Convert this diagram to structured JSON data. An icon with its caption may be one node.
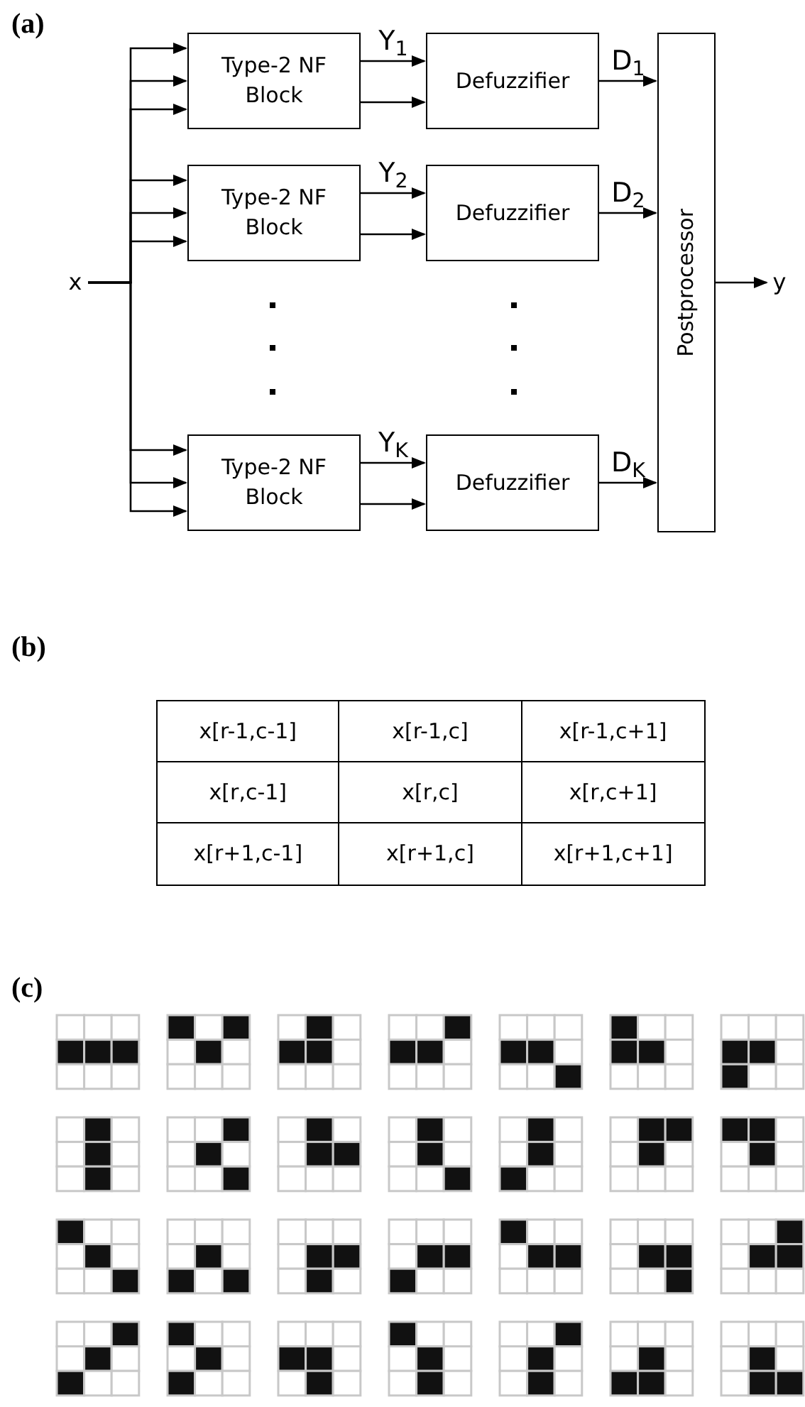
{
  "diagram": {
    "nodes": [
      {
        "text": [
          "x"
        ]
      },
      {
        "text": [
          "Type-2 NF Block"
        ]
      },
      {
        "text": [
          "Defuzzifier"
        ]
      },
      {
        "text": [
          "Type-2 NF Block"
        ]
      },
      {
        "text": [
          "Defuzzifier"
        ]
      },
      {
        "text": [
          "Type-2 NF Block"
        ]
      },
      {
        "text": [
          "Defuzzifier"
        ]
      },
      {
        "text": [
          "Postprocessor"
        ]
      },
      {
        "text": [
          "y"
        ]
      }
    ],
    "edges": [
      {
        "from": 0,
        "to": 1,
        "arrow": "to"
      },
      {
        "from": 0,
        "to": 1,
        "arrow": "to"
      },
      {
        "from": 0,
        "to": 1,
        "arrow": "to"
      },
      {
        "from": 0,
        "to": 3,
        "arrow": "to"
      },
      {
        "from": 0,
        "to": 3,
        "arrow": "to"
      },
      {
        "from": 0,
        "to": 3,
        "arrow": "to"
      },
      {
        "from": 0,
        "to": 5,
        "arrow": "to"
      },
      {
        "from": 0,
        "to": 5,
        "arrow": "to"
      },
      {
        "from": 0,
        "to": 5,
        "arrow": "to"
      },
      {
        "from": 1,
        "to": 2,
        "arrow": "to",
        "label": "Y$_{1}$"
      },
      {
        "from": 1,
        "to": 2,
        "arrow": "to"
      },
      {
        "from": 3,
        "to": 4,
        "arrow": "to",
        "label": "Y$_{2}$"
      },
      {
        "from": 3,
        "to": 4,
        "arrow": "to"
      },
      {
        "from": 5,
        "to": 6,
        "arrow": "to",
        "label": "Y$_{K}$"
      },
      {
        "from": 5,
        "to": 6,
        "arrow": "to"
      },
      {
        "from": 2,
        "to": 7,
        "arrow": "to",
        "label": "D$_{1}$"
      },
      {
        "from": 4,
        "to": 7,
        "arrow": "to",
        "label": "D$_{2}$"
      },
      {
        "from": 6,
        "to": 7,
        "arrow": "to",
        "label": "D$_{K}$"
      },
      {
        "from": 7,
        "to": 8,
        "arrow": "to"
      }
    ],
    "labels": [
      "(a)",
      "(b)",
      "x[r-1,c-1]",
      "x[r-1,c]",
      "x[r-1,c+1]",
      "x[r,c-1]",
      "x[r,c]",
      "x[r,c+1]",
      "x[r+1,c-1]",
      "x[r+1,c]",
      "x[r+1,c+1]",
      "(c)"
    ]
  }
}
